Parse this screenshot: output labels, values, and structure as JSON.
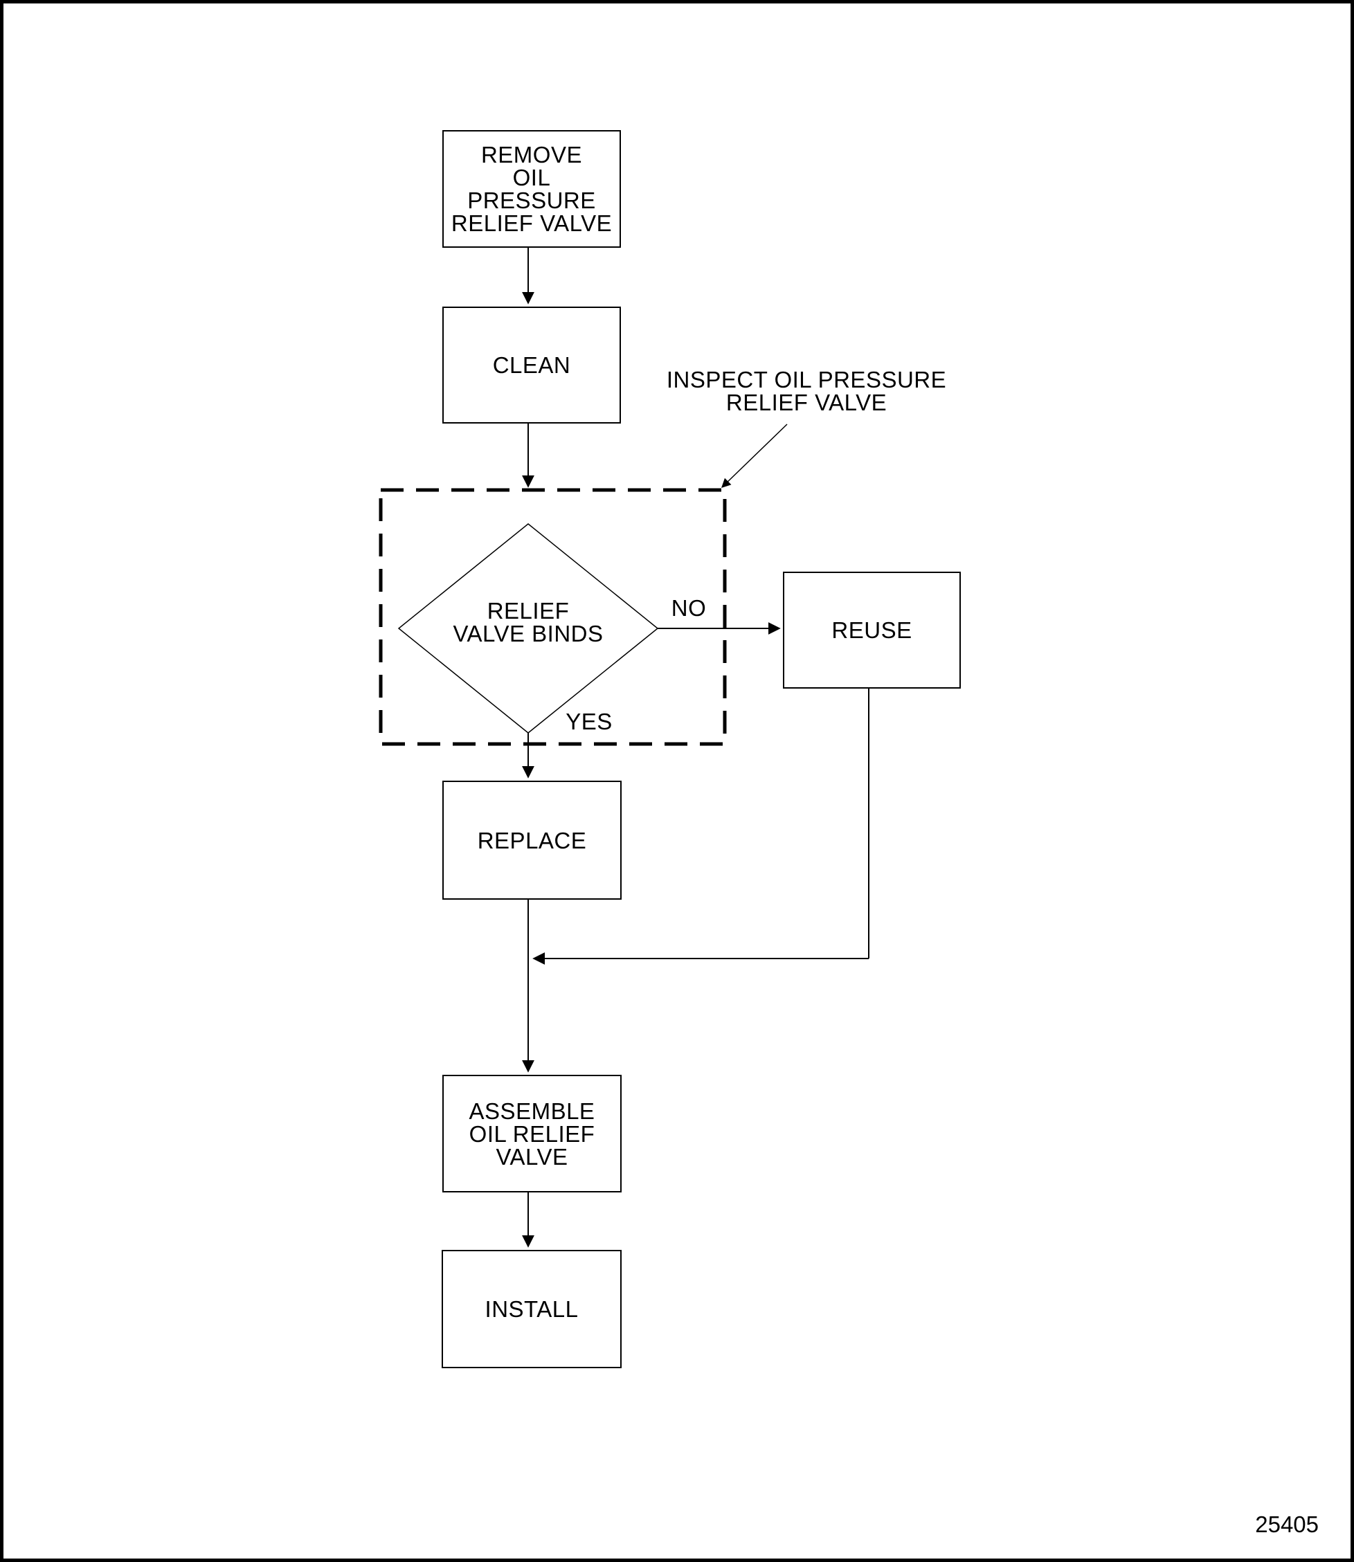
{
  "diagram": {
    "title_hint": "Oil pressure relief valve service flowchart",
    "figure_number": "25405",
    "colors": {
      "ink": "#000000",
      "background": "#ffffff"
    },
    "nodes": {
      "remove": {
        "type": "process",
        "label": "REMOVE\nOIL\nPRESSURE\nRELIEF VALVE"
      },
      "clean": {
        "type": "process",
        "label": "CLEAN"
      },
      "decision": {
        "type": "decision",
        "label": "RELIEF\nVALVE BINDS"
      },
      "reuse": {
        "type": "process",
        "label": "REUSE"
      },
      "replace": {
        "type": "process",
        "label": "REPLACE"
      },
      "assemble": {
        "type": "process",
        "label": "ASSEMBLE\nOIL RELIEF\nVALVE"
      },
      "install": {
        "type": "process",
        "label": "INSTALL"
      }
    },
    "annotations": {
      "inspect_label": "INSPECT OIL PRESSURE\nRELIEF VALVE",
      "no_label": "NO",
      "yes_label": "YES"
    },
    "edges": [
      {
        "from": "remove",
        "to": "clean",
        "label": ""
      },
      {
        "from": "clean",
        "to": "decision",
        "label": ""
      },
      {
        "from": "decision",
        "to": "reuse",
        "label": "NO"
      },
      {
        "from": "decision",
        "to": "replace",
        "label": "YES"
      },
      {
        "from": "replace",
        "to": "assemble",
        "label": ""
      },
      {
        "from": "reuse",
        "to": "assemble",
        "label": ""
      },
      {
        "from": "assemble",
        "to": "install",
        "label": ""
      }
    ]
  }
}
